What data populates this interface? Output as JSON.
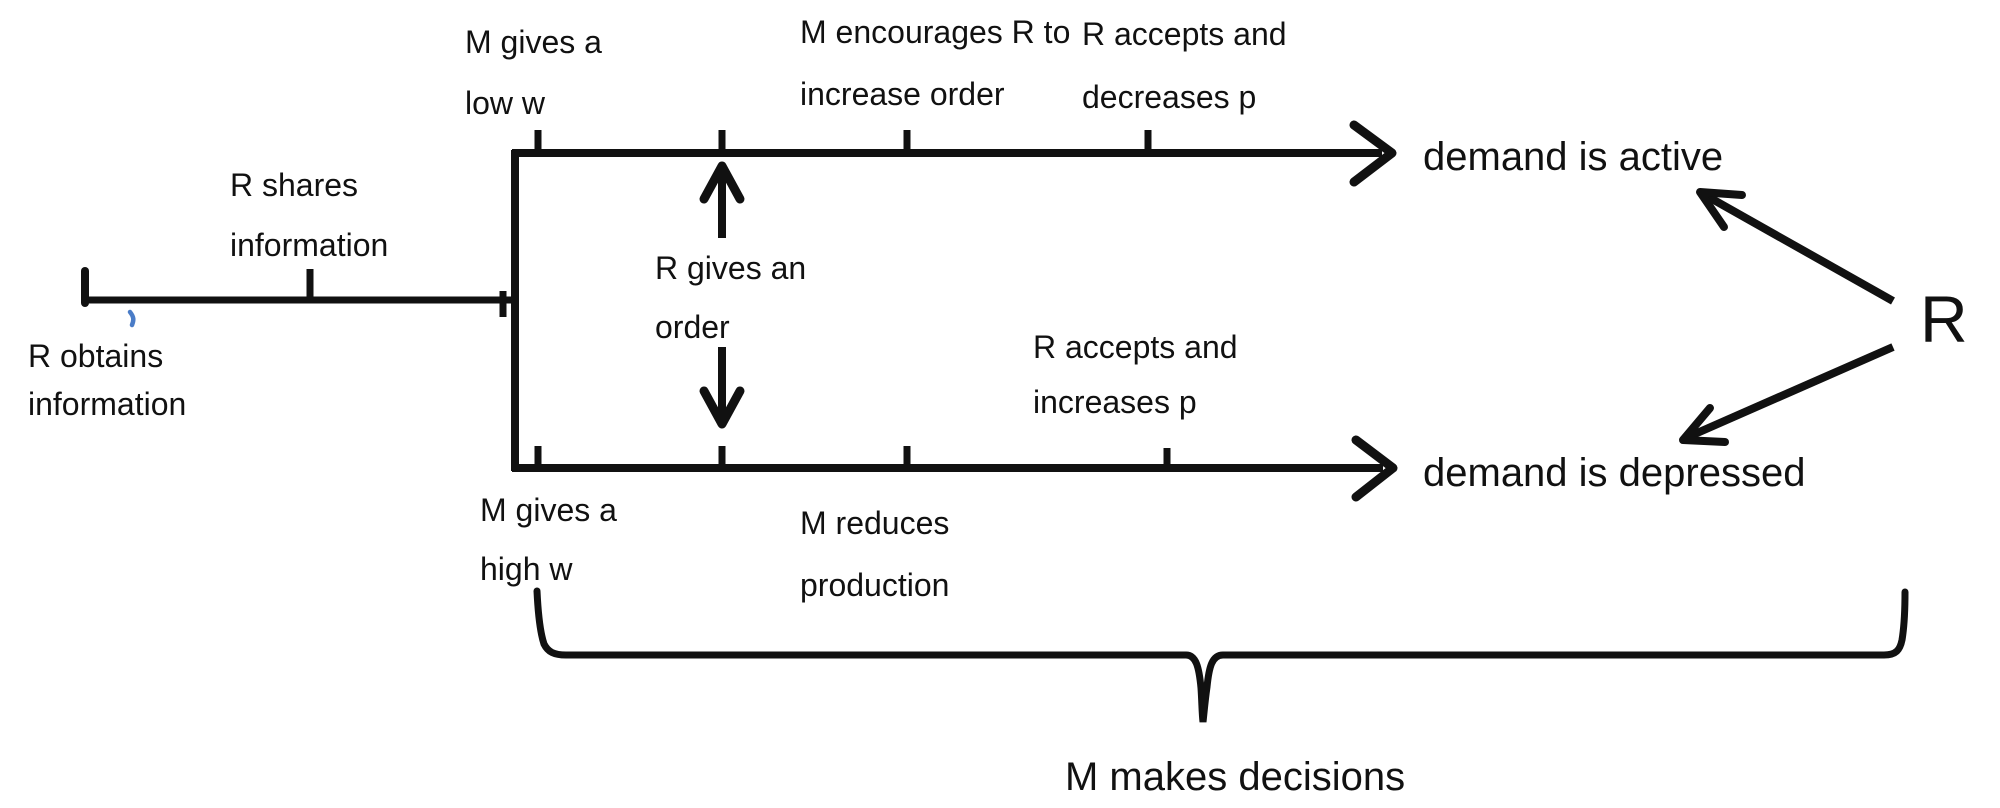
{
  "colors": {
    "ink": "#111111",
    "accent_blue": "#4a7cc7",
    "background": "#ffffff"
  },
  "stage_labels": {
    "r_obtains": {
      "line1": "R obtains",
      "line2": "information"
    },
    "r_shares": {
      "line1": "R shares",
      "line2": "information"
    }
  },
  "top_branch": {
    "m_gives_low": {
      "line1": "M gives a",
      "line2": "low w"
    },
    "m_encourages": {
      "line1": "M encourages R to",
      "line2": "increase order"
    },
    "r_accepts": {
      "line1": "R accepts and",
      "line2": "decreases p"
    },
    "outcome": "demand is active"
  },
  "bottom_branch": {
    "m_gives_high": {
      "line1": "M gives a",
      "line2": "high w"
    },
    "m_reduces": {
      "line1": "M reduces",
      "line2": "production"
    },
    "r_accepts": {
      "line1": "R accepts and",
      "line2": "increases p"
    },
    "outcome": "demand is depressed"
  },
  "order_arrow": {
    "line1": "R gives an",
    "line2": "order"
  },
  "retailer": "R",
  "brace_label": "M makes decisions"
}
